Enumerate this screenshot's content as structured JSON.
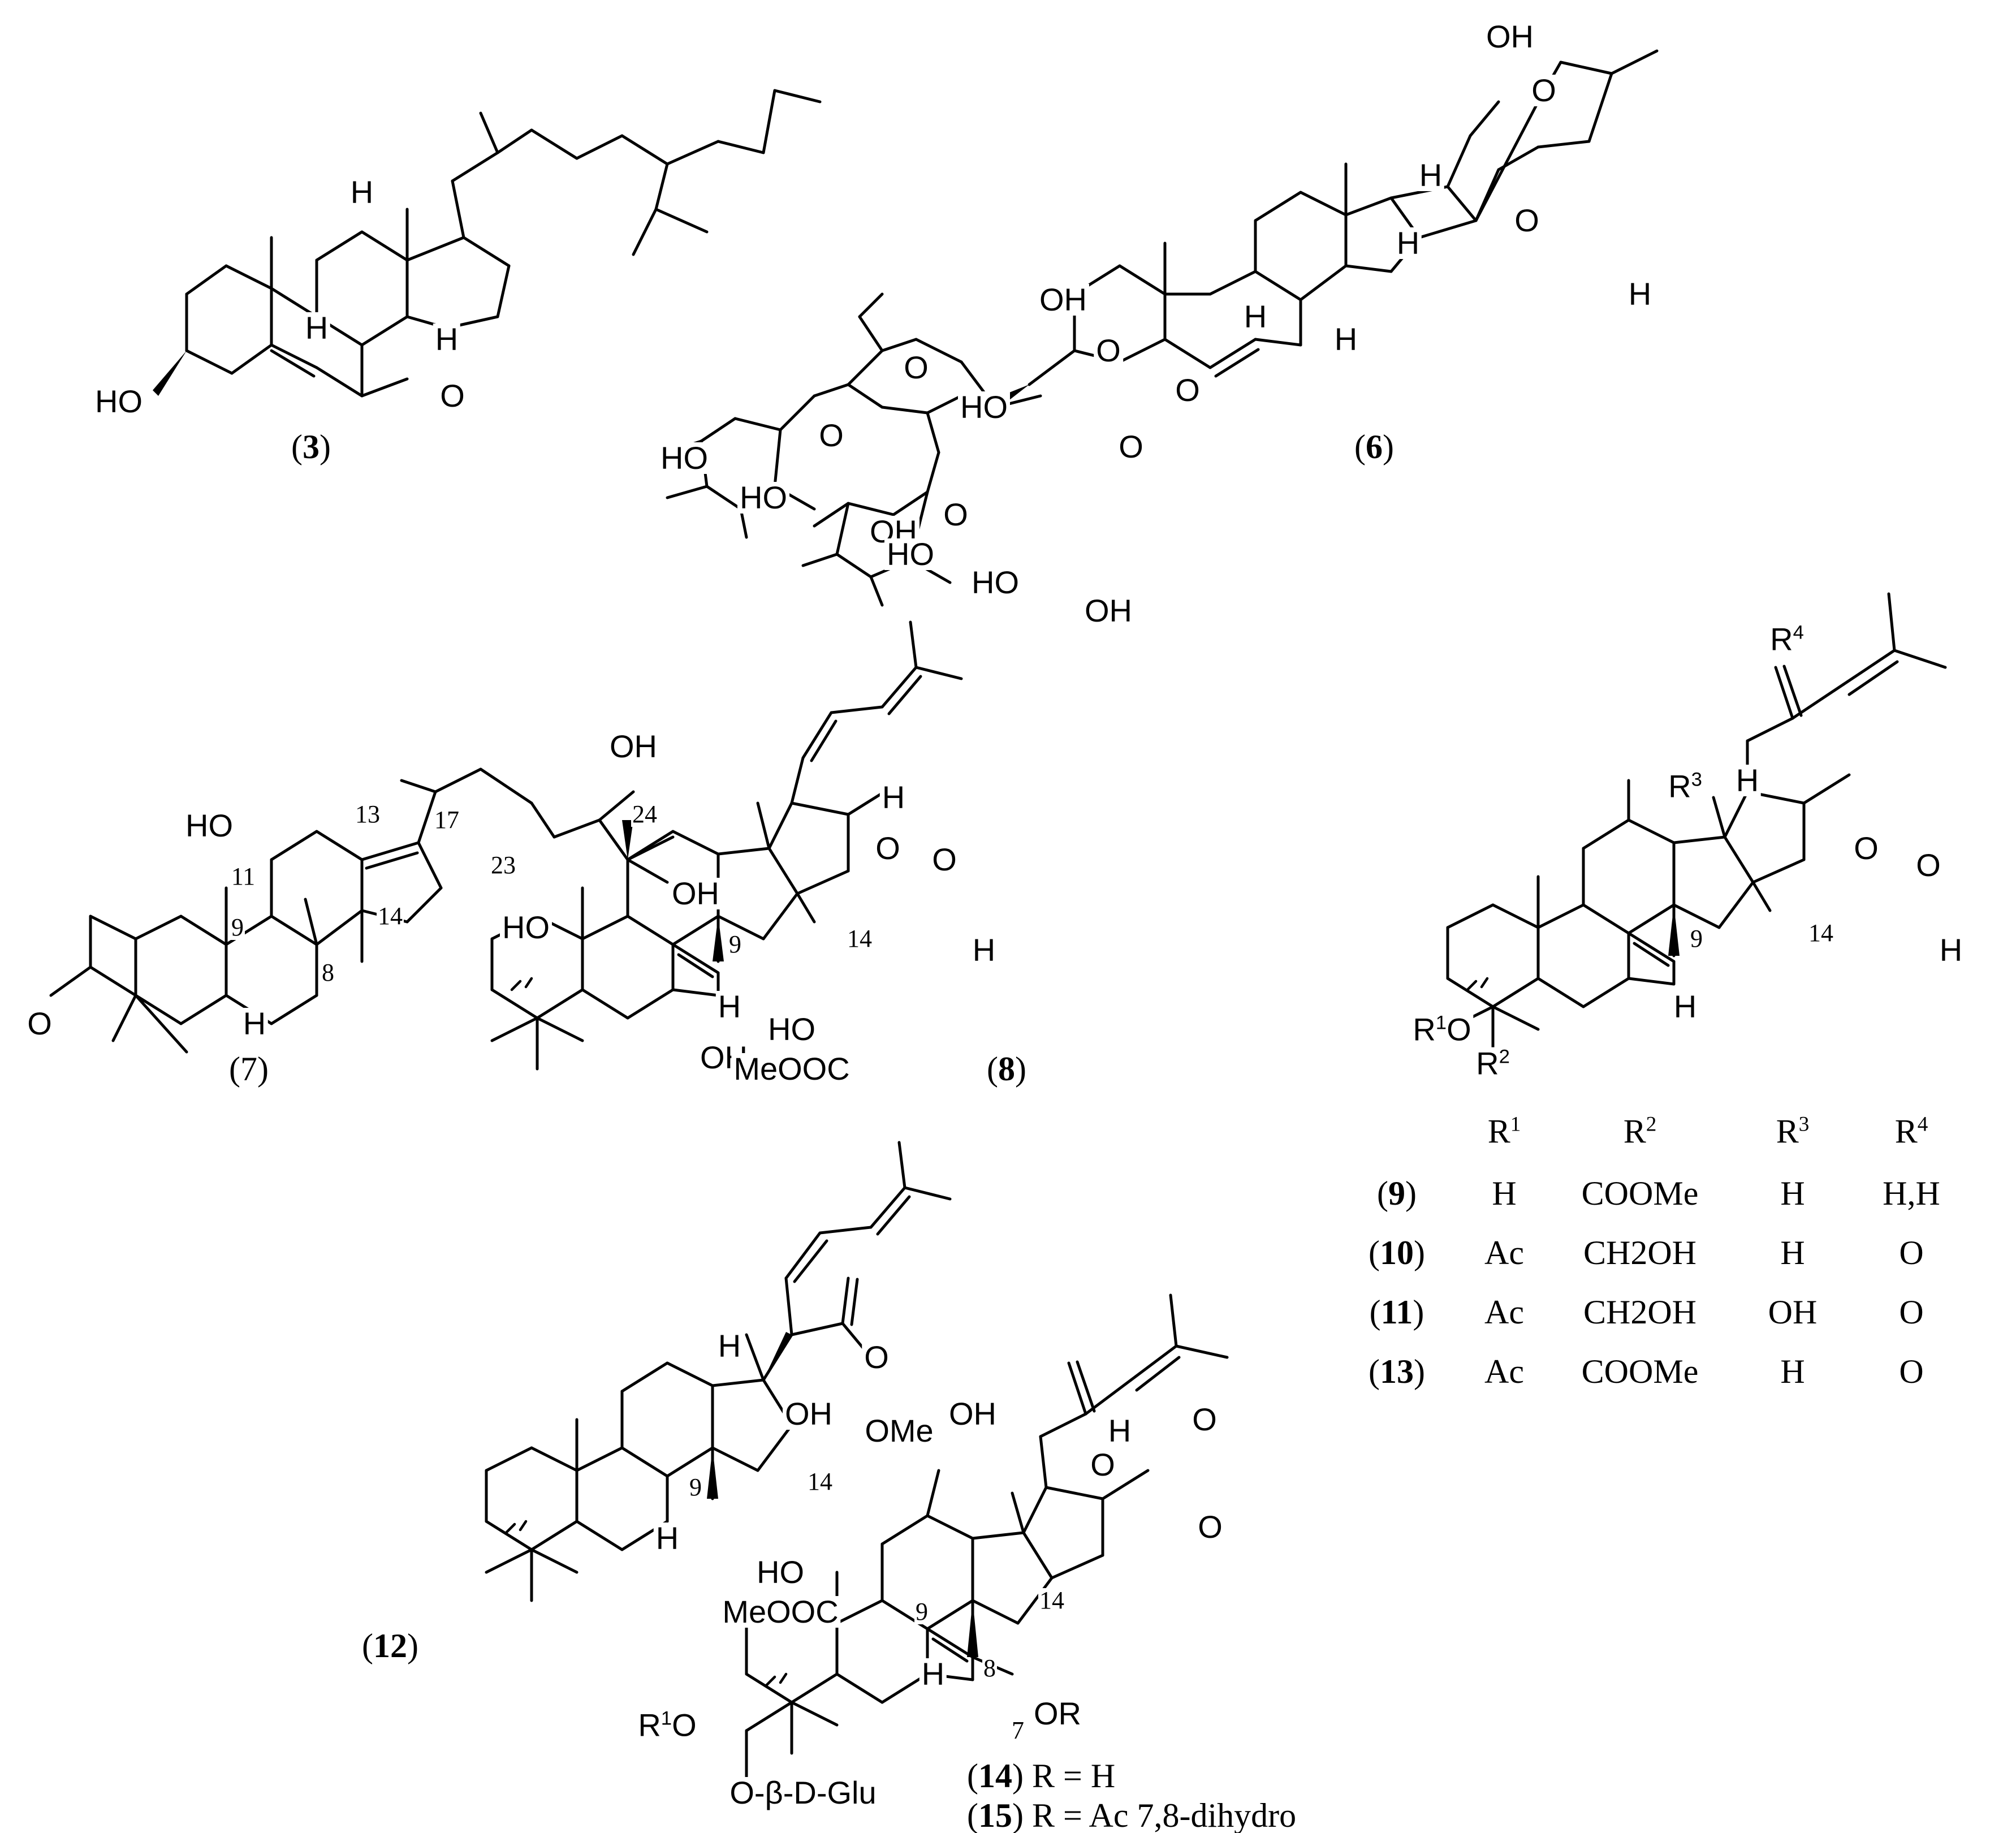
{
  "compounds": [
    {
      "id": "3"
    },
    {
      "id": "6"
    },
    {
      "id": "7"
    },
    {
      "id": "8"
    },
    {
      "id": "9"
    },
    {
      "id": "10"
    },
    {
      "id": "11"
    },
    {
      "id": "12"
    },
    {
      "id": "13"
    },
    {
      "id": "14"
    },
    {
      "id": "15"
    }
  ],
  "atoms": {
    "ho": "HO",
    "oh": "OH",
    "o": "O",
    "h": "H",
    "meooc": "MeOOC",
    "ome": "OMe",
    "or": "OR",
    "glu": "O-β-D-Glu",
    "r1": "R",
    "r2": "R",
    "r3": "R",
    "r4": "R",
    "sup1": "1",
    "sup2": "2",
    "sup3": "3",
    "sup4": "4"
  },
  "positions": {
    "p7": "7",
    "p8": "8",
    "p9": "9",
    "p11": "11",
    "p13": "13",
    "p14": "14",
    "p17": "17",
    "p23": "23",
    "p24": "24"
  },
  "substituent_table": {
    "headers": [
      "R1",
      "R2",
      "R3",
      "R4"
    ],
    "rows": [
      {
        "compound": "9",
        "R1": "H",
        "R2": "COOMe",
        "R3": "H",
        "R4": "H,H"
      },
      {
        "compound": "10",
        "R1": "Ac",
        "R2": "CH2OH",
        "R3": "H",
        "R4": "O"
      },
      {
        "compound": "11",
        "R1": "Ac",
        "R2": "CH2OH",
        "R3": "OH",
        "R4": "O"
      },
      {
        "compound": "13",
        "R1": "Ac",
        "R2": "COOMe",
        "R3": "H",
        "R4": "O"
      }
    ]
  },
  "legend_14_15": [
    {
      "compound": "14",
      "text": " R = H"
    },
    {
      "compound": "15",
      "text": " R = Ac  7,8-dihydro"
    }
  ]
}
